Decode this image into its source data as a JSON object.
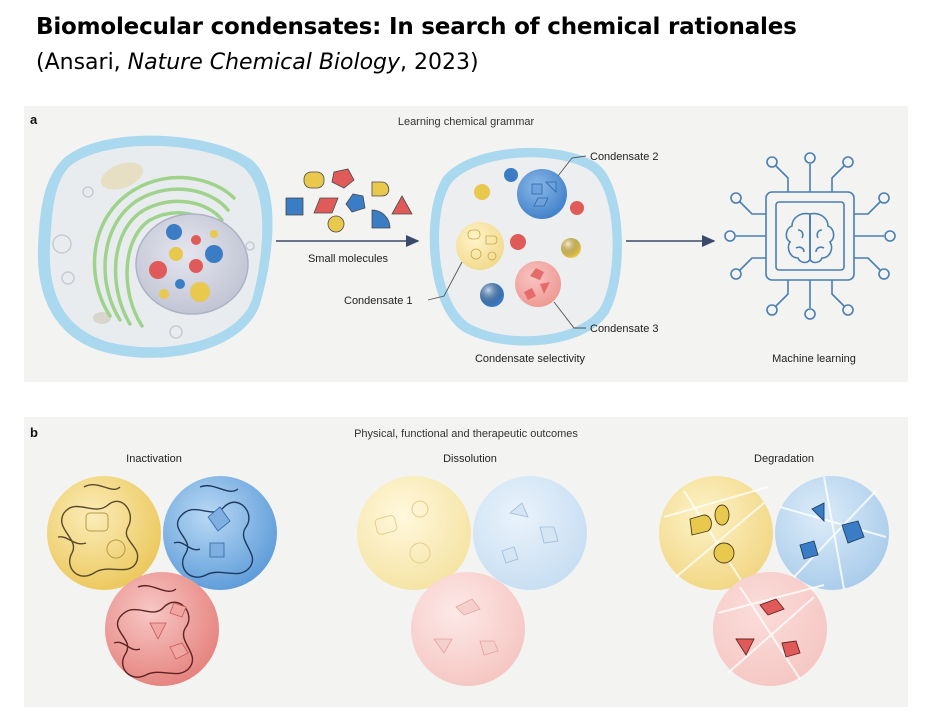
{
  "header": {
    "title": "Biomolecular condensates: In search of chemical rationales",
    "subtitle_open": "(Ansari, ",
    "subtitle_journal": "Nature Chemical Biology",
    "subtitle_close": ", 2023)"
  },
  "panel_a": {
    "letter": "a",
    "heading": "Learning chemical grammar",
    "small_molecules_label": "Small molecules",
    "condensate_1_label": "Condensate 1",
    "condensate_2_label": "Condensate 2",
    "condensate_3_label": "Condensate 3",
    "condensate_selectivity_label": "Condensate selectivity",
    "machine_learning_label": "Machine learning"
  },
  "panel_b": {
    "letter": "b",
    "heading": "Physical, functional and therapeutic outcomes",
    "outcomes": [
      "Inactivation",
      "Dissolution",
      "Degradation"
    ]
  },
  "colors": {
    "yellow": "#e9c84e",
    "blue": "#3b7dc4",
    "red": "#e05a5a",
    "membrane": "#a9d8ef",
    "er_green": "#9fd28b",
    "nucleus": "#c9cbd8",
    "panel_bg": "#f3f3f2",
    "circuit": "#4a7fb3"
  }
}
